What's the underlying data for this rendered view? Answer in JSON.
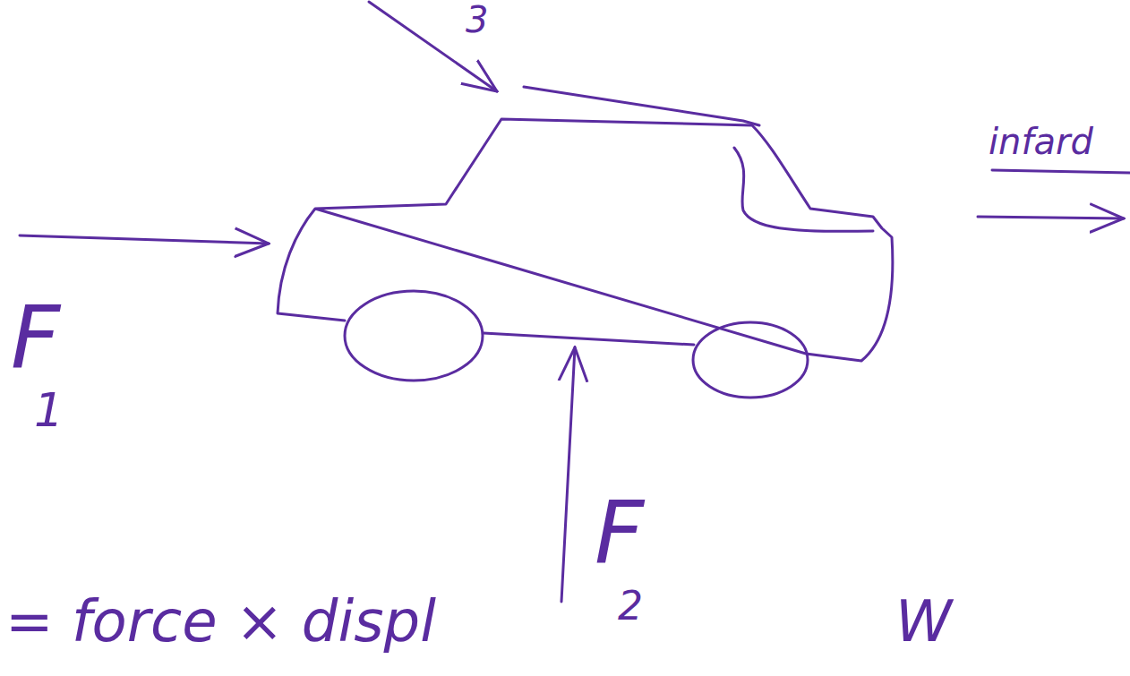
{
  "diagram": {
    "labels": [
      "3",
      "F",
      "1",
      "F",
      "2",
      "infard",
      "= force × displ",
      "W"
    ]
  }
}
